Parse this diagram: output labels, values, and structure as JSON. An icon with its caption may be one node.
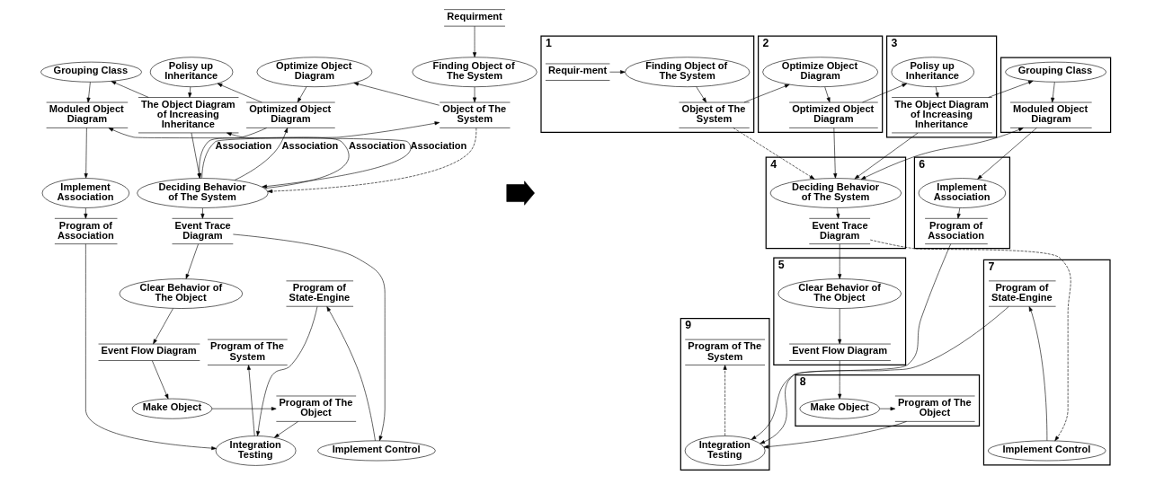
{
  "diagram": {
    "nodes": [
      {
        "text": [
          "Requirment"
        ]
      },
      {
        "text": [
          "Finding Object of The System"
        ]
      },
      {
        "text": [
          "Object of The System"
        ]
      },
      {
        "text": [
          "Optimize Object Diagram"
        ]
      },
      {
        "text": [
          "Optimized Object Diagram"
        ]
      },
      {
        "text": [
          "Polisy up Inheritance"
        ]
      },
      {
        "text": [
          "The Object Diagram of Increasing Inheritance"
        ]
      },
      {
        "text": [
          "Grouping Class"
        ]
      },
      {
        "text": [
          "Moduled Object Diagram"
        ]
      },
      {
        "text": [
          "Implement Association"
        ]
      },
      {
        "text": [
          "Program of Association"
        ]
      },
      {
        "text": [
          "Deciding Behavior of The System"
        ]
      },
      {
        "text": [
          "Event Trace Diagram"
        ]
      },
      {
        "text": [
          "Clear Behavior of The Object"
        ]
      },
      {
        "text": [
          "Event Flow Diagram"
        ]
      },
      {
        "text": [
          "Program of State-Engine"
        ]
      },
      {
        "text": [
          "Implement Control"
        ]
      },
      {
        "text": [
          "Integration Testing"
        ]
      },
      {
        "text": [
          "Program of The System"
        ]
      },
      {
        "text": [
          "Make Object"
        ]
      },
      {
        "text": [
          "Program of The Object"
        ]
      },
      {
        "text": [],
        "shape": "arrow"
      },
      {
        "text": [
          "1"
        ]
      },
      {
        "text": [
          "Finding Object of The System"
        ],
        "in": 22
      },
      {
        "text": [
          "Requir-ment"
        ],
        "in": 22
      },
      {
        "text": [
          "Object of The System"
        ],
        "in": 22
      },
      {
        "text": [
          "2"
        ]
      },
      {
        "text": [
          "Optimize Object Diagram"
        ],
        "in": 26
      },
      {
        "text": [
          "Optimized Object Diagram"
        ],
        "in": 26
      },
      {
        "text": [
          "3"
        ]
      },
      {
        "text": [
          "Polisy up Inheritance"
        ],
        "in": 29
      },
      {
        "text": [
          "The Object Diagram of Increasing Inheritance"
        ],
        "in": 29
      },
      {
        "text": [],
        "shape": "box"
      },
      {
        "text": [
          "Grouping Class"
        ],
        "in": 32
      },
      {
        "text": [
          "Moduled Object Diagram"
        ],
        "in": 32
      },
      {
        "text": [
          "4"
        ]
      },
      {
        "text": [
          "Deciding Behavior of The System"
        ],
        "in": 35
      },
      {
        "text": [
          "Event Trace Diagram"
        ],
        "in": 35
      },
      {
        "text": [
          "6"
        ]
      },
      {
        "text": [
          "Implement Association"
        ],
        "in": 38
      },
      {
        "text": [
          "Program of Association"
        ],
        "in": 38
      },
      {
        "text": [
          "5"
        ]
      },
      {
        "text": [
          "Clear Behavior of The Object"
        ],
        "in": 41
      },
      {
        "text": [
          "Event Flow Diagram"
        ],
        "in": 41
      },
      {
        "text": [
          "7"
        ]
      },
      {
        "text": [
          "Program of State-Engine"
        ],
        "in": 44
      },
      {
        "text": [
          "Implement Control"
        ],
        "in": 44
      },
      {
        "text": [
          "9"
        ]
      },
      {
        "text": [
          "Integration Testing"
        ],
        "in": 47
      },
      {
        "text": [
          "Program of The System"
        ],
        "in": 47
      },
      {
        "text": [
          "8"
        ]
      },
      {
        "text": [
          "Make Object"
        ],
        "in": 50
      },
      {
        "text": [
          "Program of The Object"
        ],
        "in": 50
      }
    ],
    "edges": [
      {
        "from": 0,
        "to": 1,
        "arrow": "to"
      },
      {
        "from": 1,
        "to": 2,
        "arrow": "to"
      },
      {
        "from": 2,
        "to": 3,
        "arrow": "to"
      },
      {
        "from": 3,
        "to": 4,
        "arrow": "to"
      },
      {
        "from": 4,
        "to": 5,
        "arrow": "to"
      },
      {
        "from": 5,
        "to": 6,
        "arrow": "to"
      },
      {
        "from": 6,
        "to": 7,
        "arrow": "to"
      },
      {
        "from": 7,
        "to": 8,
        "arrow": "to"
      },
      {
        "from": 8,
        "to": 9,
        "arrow": "to"
      },
      {
        "from": 9,
        "to": 10,
        "arrow": "to"
      },
      {
        "from": 11,
        "to": 2,
        "arrow": "to",
        "label": "Association"
      },
      {
        "from": 2,
        "to": 11,
        "arrow": "to",
        "style": "dashed"
      },
      {
        "from": 11,
        "to": 4,
        "arrow": "to",
        "label": "Association"
      },
      {
        "from": 4,
        "to": 11,
        "arrow": "to"
      },
      {
        "from": 11,
        "to": 6,
        "arrow": "to",
        "label": "Association"
      },
      {
        "from": 6,
        "to": 11,
        "arrow": "to"
      },
      {
        "from": 11,
        "to": 8,
        "arrow": "both",
        "label": "Association"
      },
      {
        "from": 11,
        "to": 12,
        "arrow": "to"
      },
      {
        "from": 12,
        "to": 13,
        "arrow": "to"
      },
      {
        "from": 13,
        "to": 14,
        "arrow": "to"
      },
      {
        "from": 14,
        "to": 19,
        "arrow": "to"
      },
      {
        "from": 19,
        "to": 20,
        "arrow": "to"
      },
      {
        "from": 20,
        "to": 17,
        "arrow": "to"
      },
      {
        "from": 12,
        "to": 16,
        "arrow": "to"
      },
      {
        "from": 16,
        "to": 15,
        "arrow": "to"
      },
      {
        "from": 15,
        "to": 17,
        "arrow": "to"
      },
      {
        "from": 10,
        "to": 17,
        "arrow": "to"
      },
      {
        "from": 17,
        "to": 18,
        "arrow": "to"
      },
      {
        "from": 24,
        "to": 23,
        "arrow": "to"
      },
      {
        "from": 23,
        "to": 25,
        "arrow": "to"
      },
      {
        "from": 25,
        "to": 27,
        "arrow": "to"
      },
      {
        "from": 27,
        "to": 28,
        "arrow": "to"
      },
      {
        "from": 28,
        "to": 30,
        "arrow": "to"
      },
      {
        "from": 30,
        "to": 31,
        "arrow": "to"
      },
      {
        "from": 31,
        "to": 33,
        "arrow": "to"
      },
      {
        "from": 33,
        "to": 34,
        "arrow": "to"
      },
      {
        "from": 34,
        "to": 39,
        "arrow": "to"
      },
      {
        "from": 39,
        "to": 40,
        "arrow": "to"
      },
      {
        "from": 25,
        "to": 36,
        "arrow": "to",
        "style": "dashed"
      },
      {
        "from": 28,
        "to": 36,
        "arrow": "to"
      },
      {
        "from": 31,
        "to": 36,
        "arrow": "to"
      },
      {
        "from": 36,
        "to": 34,
        "arrow": "both"
      },
      {
        "from": 36,
        "to": 37,
        "arrow": "to"
      },
      {
        "from": 37,
        "to": 42,
        "arrow": "to"
      },
      {
        "from": 42,
        "to": 43,
        "arrow": "to"
      },
      {
        "from": 43,
        "to": 51,
        "arrow": "to"
      },
      {
        "from": 51,
        "to": 52,
        "arrow": "to"
      },
      {
        "from": 52,
        "to": 48,
        "arrow": "to"
      },
      {
        "from": 37,
        "to": 46,
        "arrow": "to",
        "style": "dashed"
      },
      {
        "from": 46,
        "to": 45,
        "arrow": "to"
      },
      {
        "from": 45,
        "to": 48,
        "arrow": "to"
      },
      {
        "from": 40,
        "to": 48,
        "arrow": "to"
      },
      {
        "from": 48,
        "to": 49,
        "arrow": "to",
        "style": "dashed"
      }
    ]
  }
}
